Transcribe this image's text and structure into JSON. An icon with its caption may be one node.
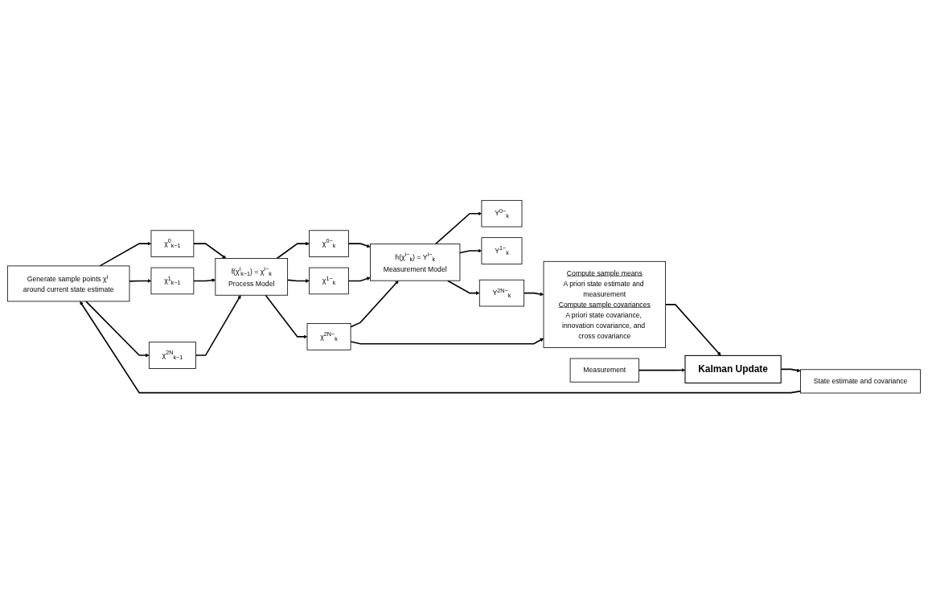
{
  "diagram": {
    "nodes": [
      {
        "text": [
          "Generate sample points χ$^{i}$ around current state estimate"
        ]
      },
      {
        "text": [
          "χ$^{0}$$_{k−1}$"
        ]
      },
      {
        "text": [
          "χ$^{1}$$_{k−1}$"
        ]
      },
      {
        "text": [
          "χ$^{2N}$$_{k−1}$"
        ]
      },
      {
        "text": [
          "f(χ$^{i}$$_{k−1}$) = χ$^{i−}$$_{k}$",
          "Process Model"
        ]
      },
      {
        "text": [
          "χ$^{0−}$$_{k}$"
        ]
      },
      {
        "text": [
          "χ$^{1−}$$_{k}$"
        ]
      },
      {
        "text": [
          "χ$^{2N−}$$_{k}$"
        ]
      },
      {
        "text": [
          "h(χ$^{i−}$$_{k}$) = Υ$^{i−}$$_{k}$",
          "Measurement Model"
        ]
      },
      {
        "text": [
          "Υ$^{0−}$$_{k}$"
        ]
      },
      {
        "text": [
          "Υ$^{1−}$$_{k}$"
        ]
      },
      {
        "text": [
          "Υ$^{2N−}$$_{k}$"
        ]
      },
      {
        "text": [
          "Compute sample means",
          "A priori state estimate and measurement",
          "Compute sample covariances",
          "A priori state covariance, innovation covariance, and cross covariance"
        ]
      },
      {
        "text": [
          "Kalman Update"
        ]
      },
      {
        "text": [
          "State estimate and covariance"
        ]
      },
      {
        "text": [
          "Measurement"
        ]
      }
    ],
    "edges": [
      {
        "from": 0,
        "to": 1,
        "arrow": "to"
      },
      {
        "from": 0,
        "to": 2,
        "arrow": "to"
      },
      {
        "from": 0,
        "to": 3,
        "arrow": "to"
      },
      {
        "from": 1,
        "to": 4,
        "arrow": "to"
      },
      {
        "from": 2,
        "to": 4,
        "arrow": "to"
      },
      {
        "from": 3,
        "to": 4,
        "arrow": "to"
      },
      {
        "from": 4,
        "to": 5,
        "arrow": "to"
      },
      {
        "from": 4,
        "to": 6,
        "arrow": "to"
      },
      {
        "from": 4,
        "to": 7,
        "arrow": "to"
      },
      {
        "from": 5,
        "to": 8,
        "arrow": "to"
      },
      {
        "from": 6,
        "to": 8,
        "arrow": "to"
      },
      {
        "from": 7,
        "to": 8,
        "arrow": "to"
      },
      {
        "from": 8,
        "to": 9,
        "arrow": "to"
      },
      {
        "from": 8,
        "to": 10,
        "arrow": "to"
      },
      {
        "from": 8,
        "to": 11,
        "arrow": "to"
      },
      {
        "from": 7,
        "to": 12,
        "arrow": "to"
      },
      {
        "from": 11,
        "to": 12,
        "arrow": "to"
      },
      {
        "from": 12,
        "to": 13,
        "arrow": "to"
      },
      {
        "from": 13,
        "to": 14,
        "arrow": "to"
      },
      {
        "from": 15,
        "to": 13,
        "arrow": "to"
      },
      {
        "from": 14,
        "to": 0,
        "arrow": "to"
      }
    ]
  }
}
